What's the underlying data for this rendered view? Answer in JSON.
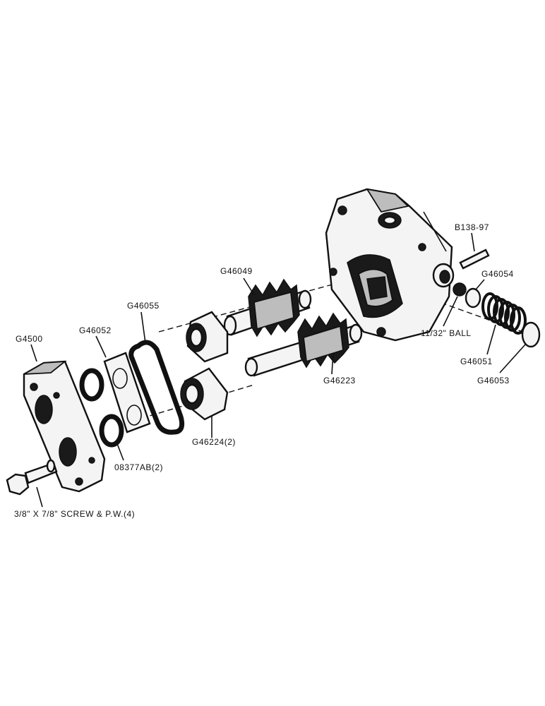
{
  "labels": {
    "cover_plate": "G4500",
    "gasket": "G46052",
    "o_ring": "G46055",
    "drive_gear": "G46049",
    "idler_gear": "G46223",
    "bushings": "G46224(2)",
    "seals": "08377AB(2)",
    "screw": "3/8\" X 7/8\" SCREW & P.W.(4)",
    "pin": "B138-97",
    "valve_disc": "G46054",
    "ball": "11/32\" BALL",
    "spring": "G46051",
    "plug": "G46053"
  }
}
